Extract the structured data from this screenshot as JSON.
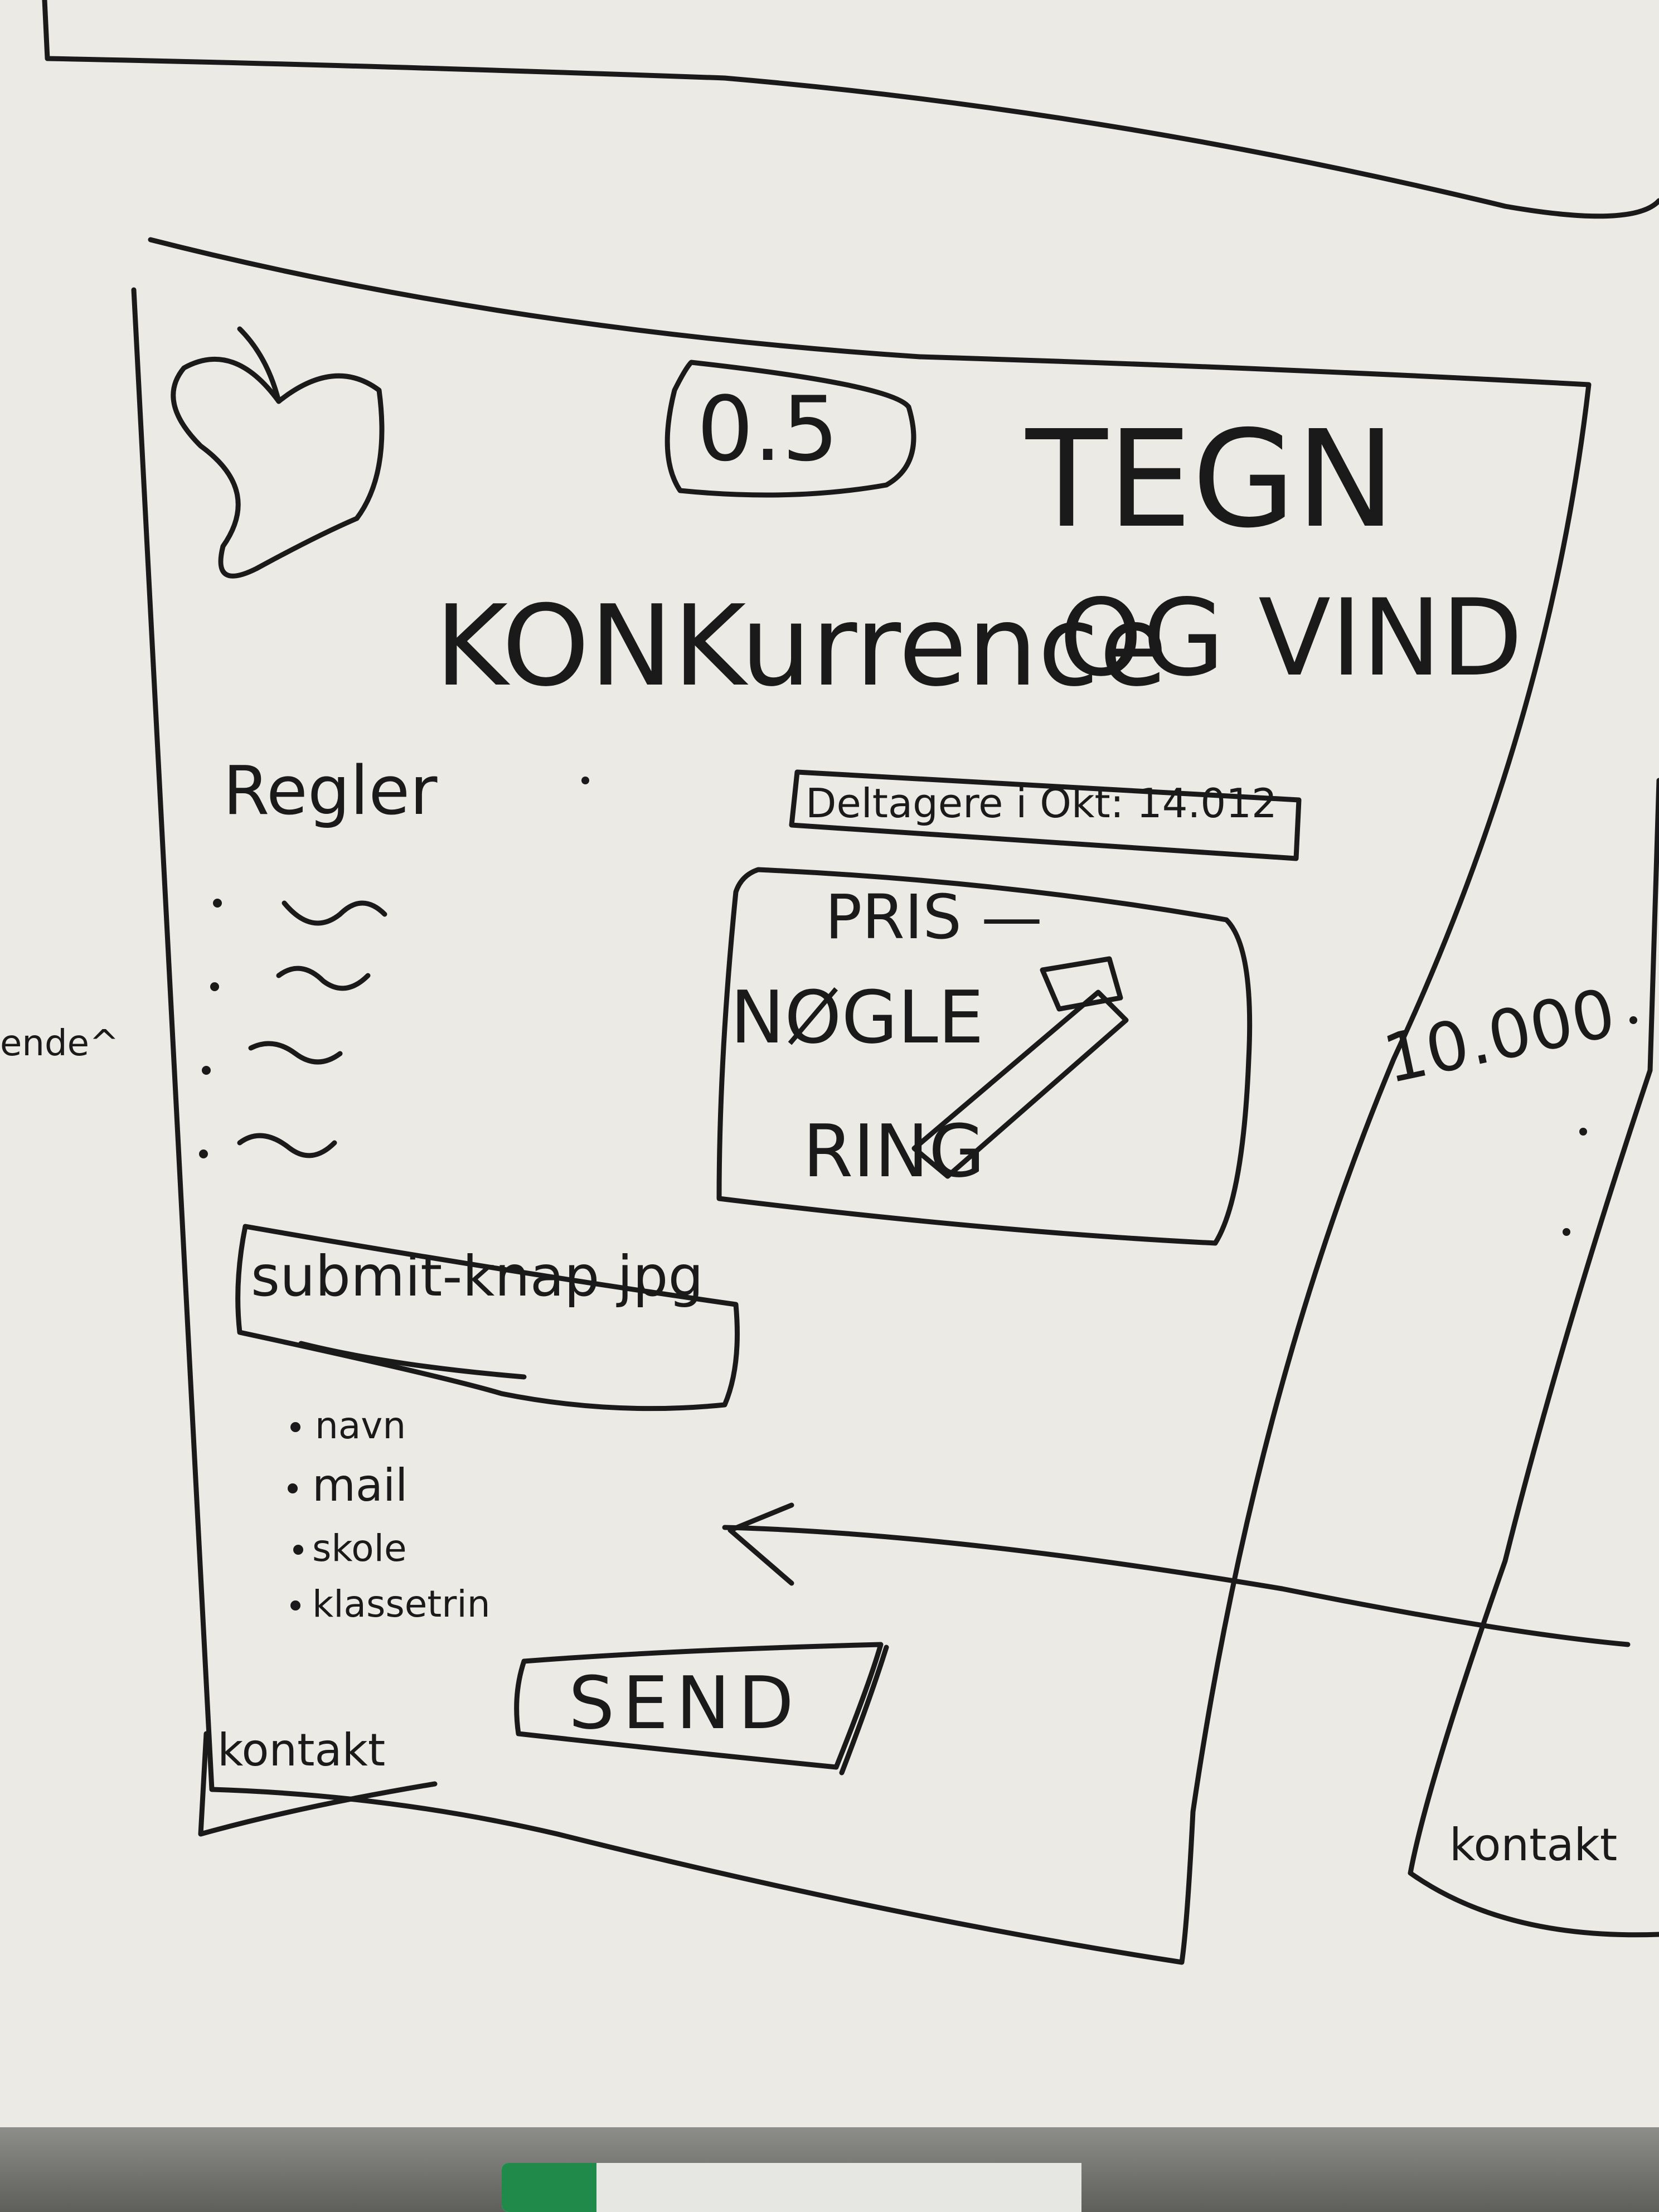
{
  "sketch": {
    "badge": "0.5",
    "title_line1": "TEGN",
    "title_line2": "OG VIND",
    "subtitle": "KONKurrence",
    "rules_heading": "Regler",
    "participants": "Deltagere i Okt: 14.012",
    "prize": {
      "label": "PRIS —",
      "line1": "NØGLE",
      "line2": "RING"
    },
    "submit": "submit-knap jpg",
    "form_fields": [
      "navn",
      "mail",
      "skole",
      "klassetrin"
    ],
    "send_button": "SEND",
    "footer": "kontakt",
    "right_count": "10.000",
    "right_footer": "kontakt",
    "left_margin": "ende^"
  },
  "colors": {
    "ink": "#1a1a1a",
    "board": "#eceae4",
    "marker_green": "#1f8a4a"
  }
}
